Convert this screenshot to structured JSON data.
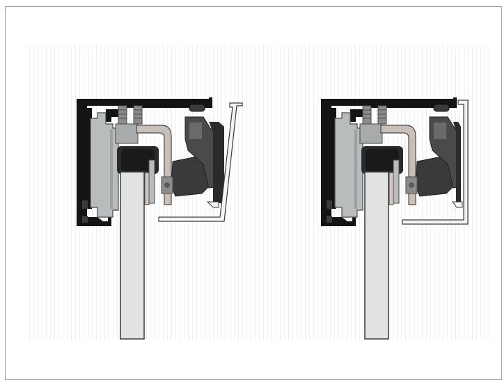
{
  "figure": {
    "description_items": [],
    "colors": {
      "frame_border": "#9a9a9a",
      "background": "#ffffff",
      "stripe": "#f1f1f1",
      "profile_black": "#141414",
      "clamp_grey": "#b9bcbc",
      "clamp_outline": "#4a4a4a",
      "glass_pane": "#e2e2e2",
      "gasket_black": "#2a2a2a",
      "bracket_tan": "#c8c0b8",
      "block_dark": "#3a3a3a",
      "cover_light": "#f4f4f4"
    },
    "panels": [
      {
        "id": "left",
        "state": "cover-open"
      },
      {
        "id": "right",
        "state": "cover-closed"
      }
    ]
  }
}
